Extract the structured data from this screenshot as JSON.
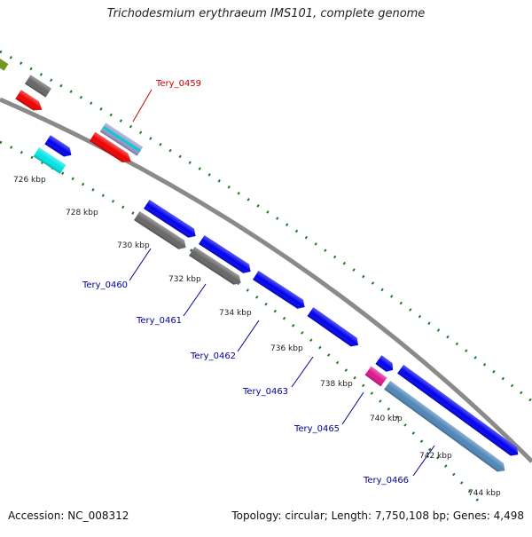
{
  "title": "Trichodesmium erythraeum IMS101, complete genome",
  "footer": {
    "accession": "Accession: NC_008312",
    "summary": "Topology: circular; Length: 7,750,108 bp; Genes: 4,498"
  },
  "colors": {
    "backbone": "#8a8a8a",
    "tick": "#1e7a1e",
    "label_top_strand": "#cc0000",
    "label_bottom_strand": "#000099",
    "blue": "#0000ee",
    "gray": "#666666",
    "red": "#ee0000",
    "cyan": "#00e5e5",
    "steel": "#4f86b8",
    "magenta": "#e0158c",
    "olive": "#6f9a1f",
    "lavender": "#9a98c8"
  },
  "kbp_labels": [
    "726 kbp",
    "728 kbp",
    "730 kbp",
    "732 kbp",
    "734 kbp",
    "736 kbp",
    "738 kbp",
    "740 kbp",
    "742 kbp",
    "744 kbp"
  ],
  "gene_labels": [
    {
      "text": "Tery_0459",
      "strand": "top"
    },
    {
      "text": "Tery_0460",
      "strand": "bottom"
    },
    {
      "text": "Tery_0461",
      "strand": "bottom"
    },
    {
      "text": "Tery_0462",
      "strand": "bottom"
    },
    {
      "text": "Tery_0463",
      "strand": "bottom"
    },
    {
      "text": "Tery_0465",
      "strand": "bottom"
    },
    {
      "text": "Tery_0466",
      "strand": "bottom"
    }
  ]
}
